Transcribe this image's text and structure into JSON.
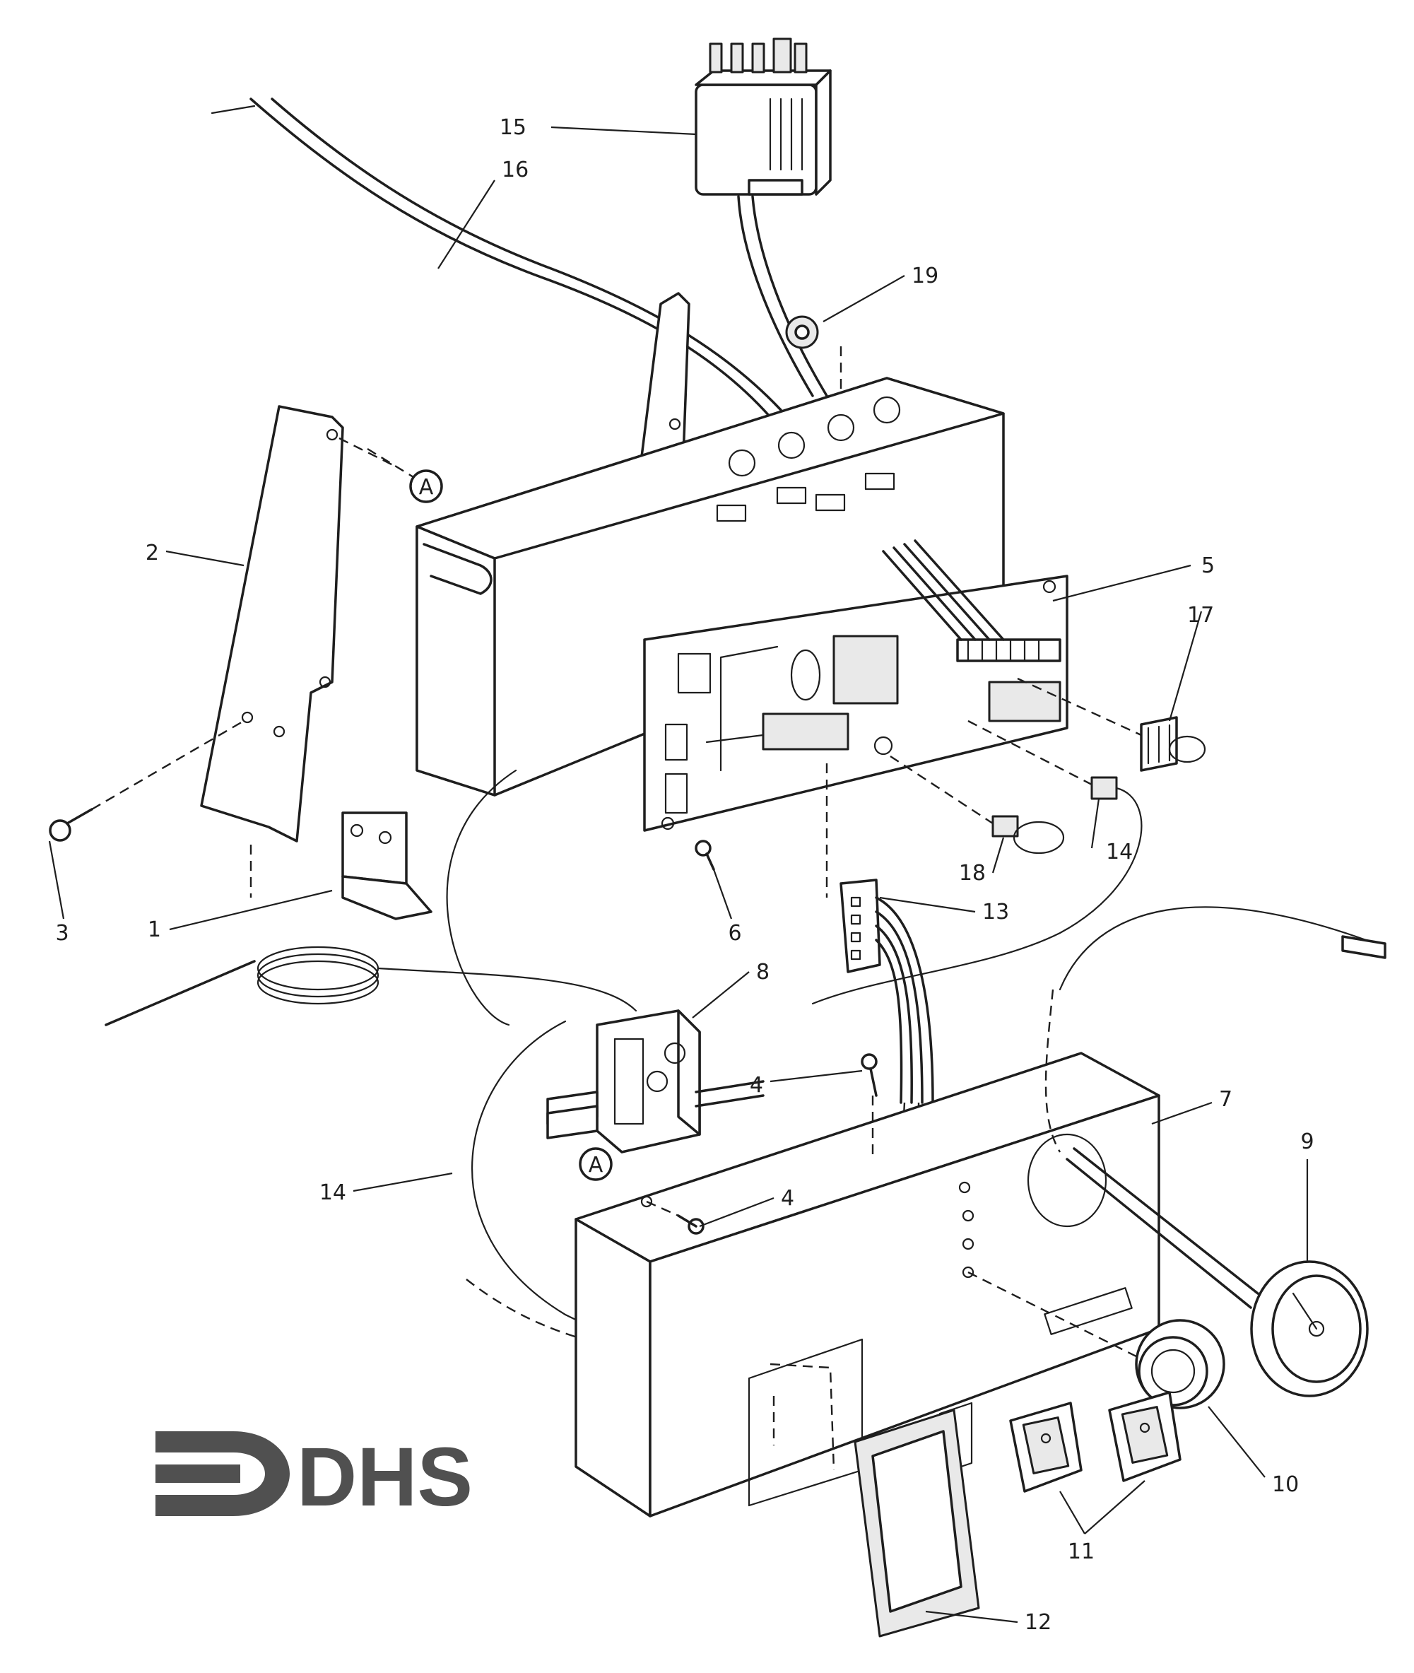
{
  "logo": {
    "text": "DHS"
  },
  "reference_marker": "A",
  "part_labels": {
    "p1": "1",
    "p2": "2",
    "p3": "3",
    "p4a": "4",
    "p4b": "4",
    "p5": "5",
    "p6": "6",
    "p7": "7",
    "p8": "8",
    "p9": "9",
    "p10": "10",
    "p11": "11",
    "p12": "12",
    "p13": "13",
    "p14a": "14",
    "p14b": "14",
    "p15": "15",
    "p16": "16",
    "p17": "17",
    "p18": "18",
    "p19": "19"
  },
  "colors": {
    "ink": "#1e1e1e",
    "logo": "#505050",
    "background": "#ffffff"
  }
}
